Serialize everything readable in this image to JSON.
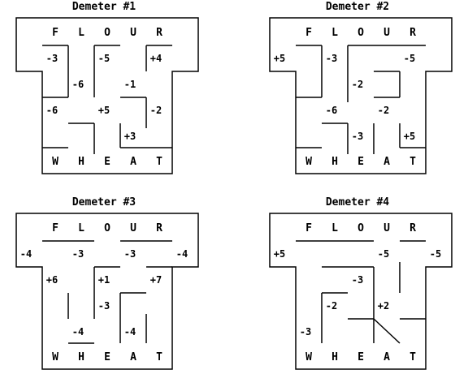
{
  "puzzles": [
    {
      "title": "Demeter #1",
      "top_word": [
        "F",
        "L",
        "O",
        "U",
        "R"
      ],
      "bottom_word": [
        "W",
        "H",
        "E",
        "A",
        "T"
      ],
      "numbers": [
        "-3",
        "-5",
        "+4",
        "-6",
        "-1",
        "-6",
        "+5",
        "-2",
        "+3"
      ]
    },
    {
      "title": "Demeter #2",
      "top_word": [
        "F",
        "L",
        "O",
        "U",
        "R"
      ],
      "bottom_word": [
        "W",
        "H",
        "E",
        "A",
        "T"
      ],
      "numbers": [
        "+5",
        "-3",
        "-5",
        "-2",
        "-6",
        "-2",
        "-3",
        "+5"
      ]
    },
    {
      "title": "Demeter #3",
      "top_word": [
        "F",
        "L",
        "O",
        "U",
        "R"
      ],
      "bottom_word": [
        "W",
        "H",
        "E",
        "A",
        "T"
      ],
      "numbers": [
        "-4",
        "-3",
        "-3",
        "-4",
        "+6",
        "+1",
        "+7",
        "-3",
        "-4",
        "-4"
      ]
    },
    {
      "title": "Demeter #4",
      "top_word": [
        "F",
        "L",
        "O",
        "U",
        "R"
      ],
      "bottom_word": [
        "W",
        "H",
        "E",
        "A",
        "T"
      ],
      "numbers": [
        "+5",
        "-5",
        "-5",
        "-3",
        "-2",
        "+2",
        "-3"
      ]
    }
  ]
}
